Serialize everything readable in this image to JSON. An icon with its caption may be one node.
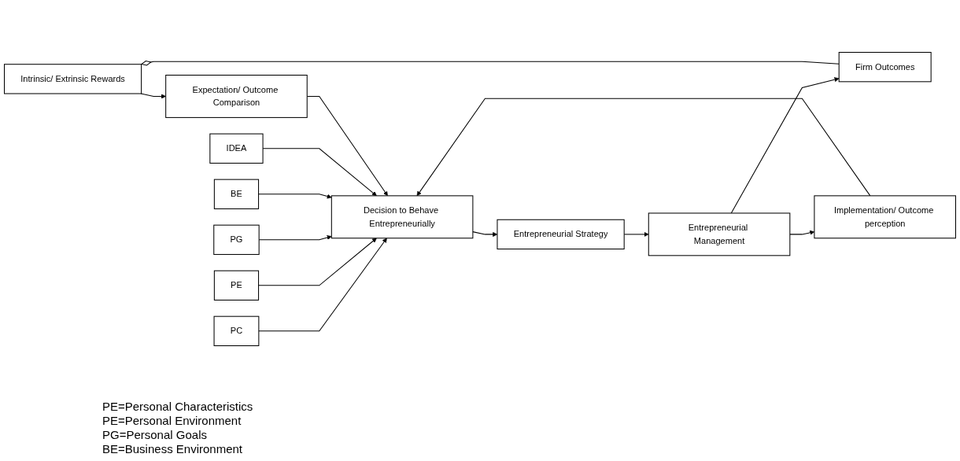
{
  "diagram": {
    "nodes": [
      {
        "text": [
          "PC"
        ]
      },
      {
        "text": [
          "PE"
        ]
      },
      {
        "text": [
          "PG"
        ]
      },
      {
        "text": [
          "Expectation/ Outcome Comparison"
        ]
      },
      {
        "text": [
          "Intrinsic/ Extrinsic Rewards"
        ]
      },
      {
        "text": [
          "Decision to Behave Entrepreneurially"
        ]
      },
      {
        "text": [
          "Entrepreneurial Strategy"
        ]
      },
      {
        "text": [
          "Entrepreneurial Management"
        ]
      },
      {
        "text": [
          "Firm Outcomes"
        ]
      },
      {
        "text": [
          "BE"
        ]
      },
      {
        "text": [
          "IDEA"
        ]
      },
      {
        "text": [
          "Implementation/ Outcome perception"
        ]
      }
    ],
    "edges": [
      {
        "from": 0,
        "to": 5,
        "arrow": "to"
      },
      {
        "from": 1,
        "to": 5,
        "arrow": "to"
      },
      {
        "from": 2,
        "to": 5,
        "arrow": "to"
      },
      {
        "from": 9,
        "to": 5,
        "arrow": "to"
      },
      {
        "from": 10,
        "to": 5,
        "arrow": "to"
      },
      {
        "from": 4,
        "to": 3,
        "arrow": "to"
      },
      {
        "from": 3,
        "to": 5,
        "arrow": "to"
      },
      {
        "from": 5,
        "to": 6,
        "arrow": "to"
      },
      {
        "from": 6,
        "to": 7,
        "arrow": "to"
      },
      {
        "from": 7,
        "to": 8,
        "arrow": "to"
      },
      {
        "from": 7,
        "to": 11,
        "arrow": "to"
      },
      {
        "from": 11,
        "to": 5,
        "arrow": "to"
      },
      {
        "from": 4,
        "to": 8,
        "arrow": "other"
      }
    ],
    "labels": [
      "PE=Personal Characteristics",
      "PE=Personal Environment",
      "PG=Personal Goals",
      "BE=Business Environment"
    ]
  }
}
